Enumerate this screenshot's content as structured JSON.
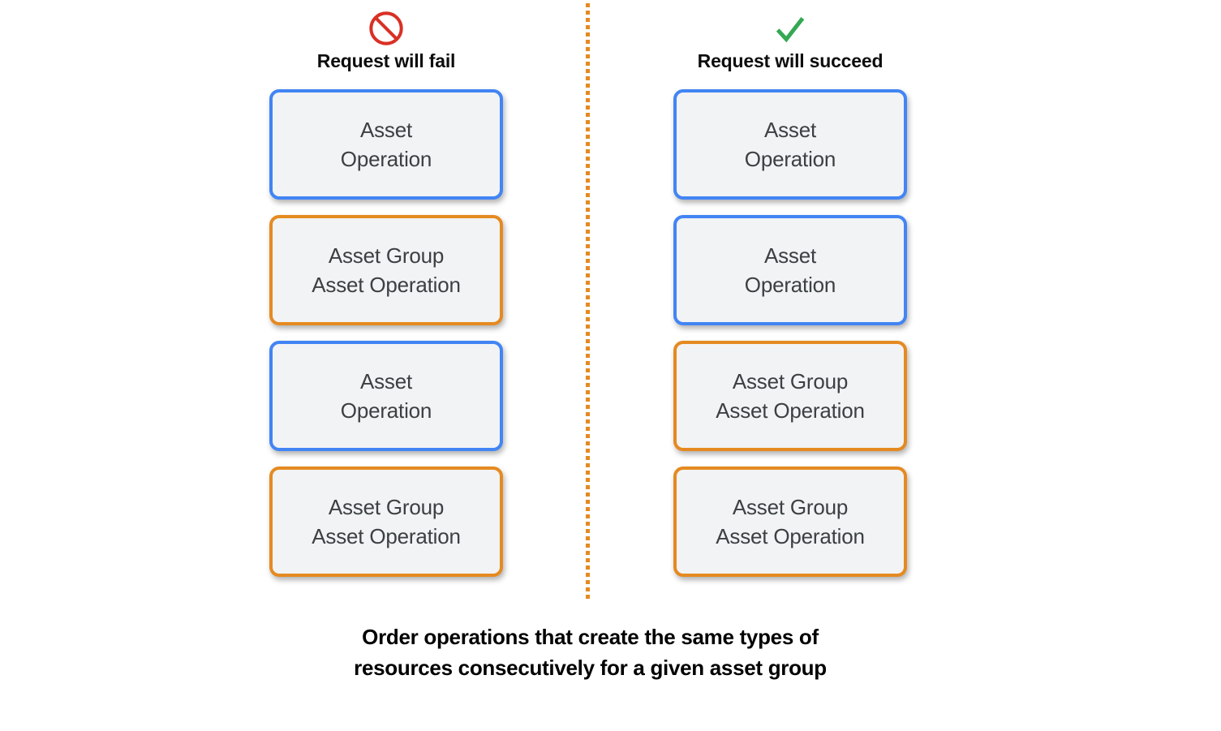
{
  "diagram": {
    "caption": "Order operations that create the same types of\nresources consecutively for a given asset group",
    "divider_color": "#e58a21",
    "columns": [
      {
        "id": "fail",
        "icon": "prohibition-icon",
        "icon_color": "#d93025",
        "header": "Request will fail",
        "boxes": [
          {
            "label": "Asset\nOperation",
            "variant": "blue",
            "border_color": "#4285f4"
          },
          {
            "label": "Asset Group\nAsset Operation",
            "variant": "orange",
            "border_color": "#e58a21"
          },
          {
            "label": "Asset\nOperation",
            "variant": "blue",
            "border_color": "#4285f4"
          },
          {
            "label": "Asset Group\nAsset Operation",
            "variant": "orange",
            "border_color": "#e58a21"
          }
        ]
      },
      {
        "id": "succeed",
        "icon": "checkmark-icon",
        "icon_color": "#34a853",
        "header": "Request will succeed",
        "boxes": [
          {
            "label": "Asset\nOperation",
            "variant": "blue",
            "border_color": "#4285f4"
          },
          {
            "label": "Asset\nOperation",
            "variant": "blue",
            "border_color": "#4285f4"
          },
          {
            "label": "Asset Group\nAsset Operation",
            "variant": "orange",
            "border_color": "#e58a21"
          },
          {
            "label": "Asset Group\nAsset Operation",
            "variant": "orange",
            "border_color": "#e58a21"
          }
        ]
      }
    ],
    "colors": {
      "box_fill": "#f1f3f4",
      "box_text": "#3c4043",
      "blue": "#4285f4",
      "orange": "#e58a21",
      "red": "#d93025",
      "green": "#34a853",
      "caption_text": "#000000"
    }
  }
}
